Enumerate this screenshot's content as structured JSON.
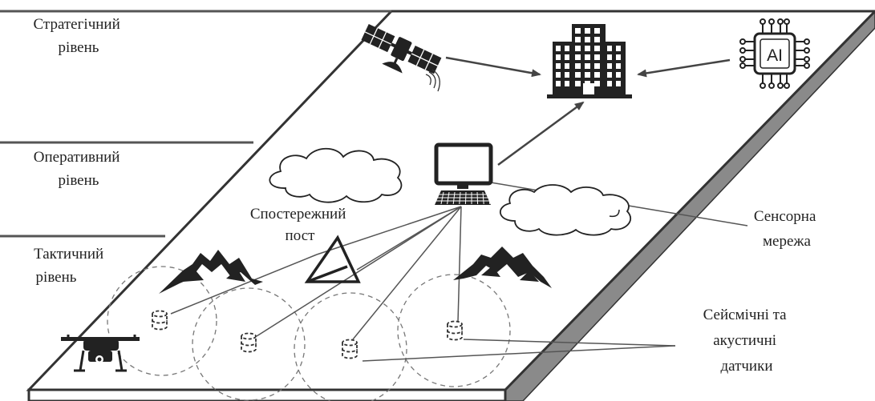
{
  "levels": {
    "strategic": [
      "Стратегічний",
      "рівень"
    ],
    "operational": [
      "Оперативний",
      "рівень"
    ],
    "tactical": [
      "Тактичний",
      "рівень"
    ]
  },
  "labels": {
    "observation_post": [
      "Спостережний",
      "пост"
    ],
    "sensor_network": [
      "Сенсорна",
      "мережа"
    ],
    "sensors": [
      "Сейсмічні та",
      "акустичні",
      "датчики"
    ],
    "ai_chip": "AI"
  },
  "icons": [
    "satellite-icon",
    "headquarters-building-icon",
    "ai-chip-icon",
    "computer-icon",
    "cloud-icon",
    "mountains-icon",
    "triangle-post-icon",
    "sensor-icon",
    "drone-icon"
  ],
  "colors": {
    "ink": "#222222",
    "dash": "#777777",
    "line": "#555555",
    "slab-side": "#8a8a8a"
  }
}
